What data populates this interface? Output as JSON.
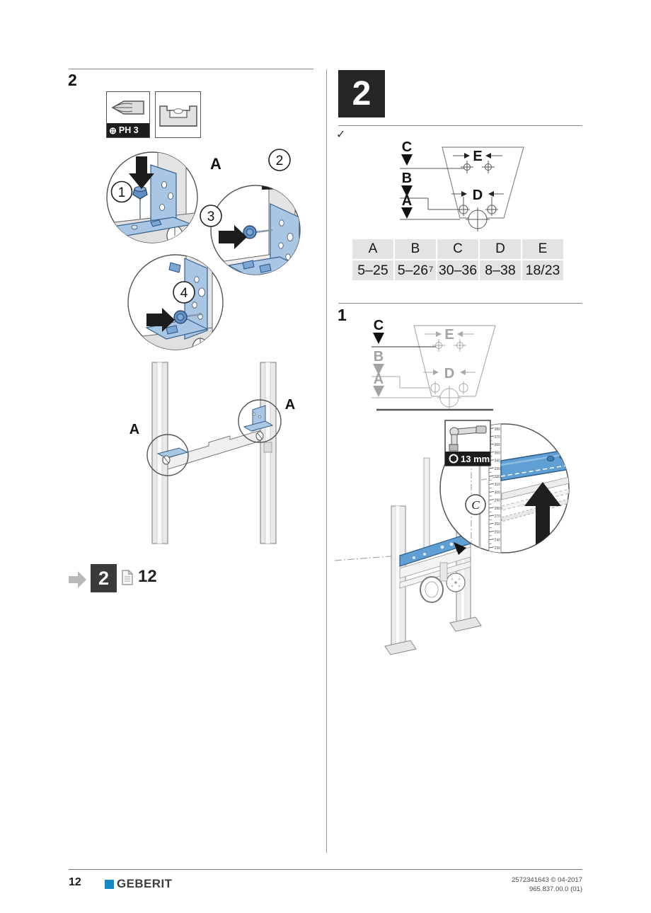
{
  "left": {
    "step_heading": "2",
    "tools": {
      "phillips_symbol": "⊕",
      "bit_size": "PH 3"
    },
    "callouts": {
      "step1": "1",
      "step2": "2",
      "step3": "3",
      "step4": "4"
    },
    "labels": {
      "bracket_a": "A",
      "frame_a_left": "A",
      "frame_a_right": "A"
    },
    "nav": {
      "step_box": "2",
      "page_ref": "12"
    }
  },
  "right": {
    "step_box": "2",
    "check_symbol": "✓",
    "dims": {
      "a": "A",
      "b": "B",
      "c": "C",
      "d": "D",
      "e": "E"
    },
    "table": {
      "headers": [
        "A",
        "B",
        "C",
        "D",
        "E"
      ],
      "values": [
        "5–25",
        "5–26",
        "30–36",
        "8–38",
        "18/23"
      ],
      "b_sup": "7"
    },
    "step1_heading": "1",
    "tool_badge": {
      "size": "13 mm"
    },
    "magnifier": {
      "label_c": "C",
      "scale_values": [
        "380",
        "370",
        "360",
        "350",
        "340",
        "330",
        "320",
        "310",
        "300",
        "290",
        "280",
        "270",
        "260",
        "250",
        "240",
        "230"
      ]
    }
  },
  "footer": {
    "page_number": "12",
    "brand": "GEBERIT",
    "doc_code_line1": "2572341643 © 04-2017",
    "doc_code_line2": "965.837.00.0 (01)"
  },
  "colors": {
    "accent_blue": "#5f9fd4",
    "bracket_blue": "#a9c6e5",
    "brand_blue": "#1789c6"
  }
}
